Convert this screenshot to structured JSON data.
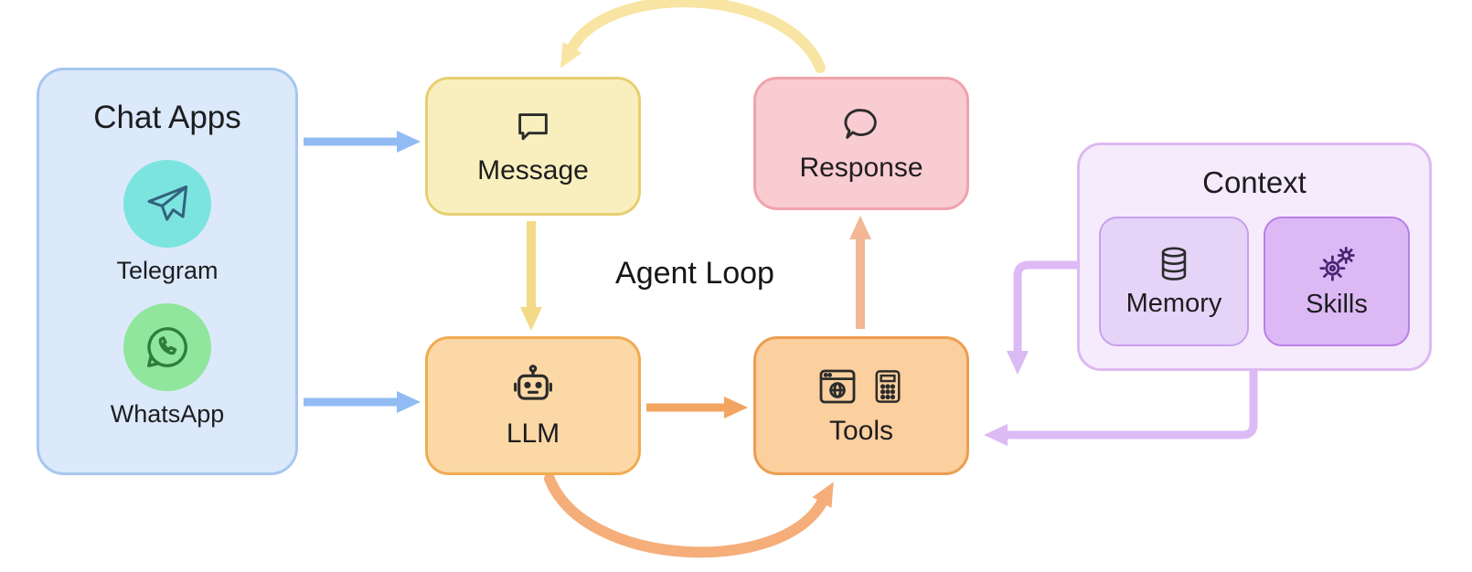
{
  "diagram": {
    "title": "Agent Loop",
    "nodes": {
      "chat_apps": {
        "label": "Chat Apps",
        "items": [
          {
            "label": "Telegram",
            "icon": "telegram-icon",
            "circle_color": "#7ce4de"
          },
          {
            "label": "WhatsApp",
            "icon": "whatsapp-icon",
            "circle_color": "#90e69c"
          }
        ]
      },
      "message": {
        "label": "Message",
        "icon": "speech-bubble-square-icon",
        "bg": "#f9efbe",
        "border": "#e6cf72"
      },
      "response": {
        "label": "Response",
        "icon": "speech-bubble-round-icon",
        "bg": "#f9ccd2",
        "border": "#f0a3ad"
      },
      "llm": {
        "label": "LLM",
        "icon": "robot-icon",
        "bg": "#fbd8a6",
        "border": "#f0ab52"
      },
      "tools": {
        "label": "Tools",
        "icons": [
          "browser-globe-icon",
          "calculator-icon"
        ],
        "bg": "#fbcf9e",
        "border": "#ed9d50"
      },
      "context": {
        "label": "Context",
        "bg": "#f6ebfc",
        "border": "#ddb9f1",
        "children": [
          {
            "label": "Memory",
            "icon": "database-icon",
            "bg": "#e6d4f8"
          },
          {
            "label": "Skills",
            "icon": "gears-icon",
            "bg": "#dcb9f5"
          }
        ]
      }
    },
    "edges": [
      {
        "from": "chat_apps",
        "to": "message",
        "color": "#92bbf3",
        "style": "straight"
      },
      {
        "from": "chat_apps",
        "to": "llm",
        "color": "#92bbf3",
        "style": "straight"
      },
      {
        "from": "message",
        "to": "llm",
        "color": "#f3da88",
        "style": "straight"
      },
      {
        "from": "llm",
        "to": "tools",
        "color": "#f1a560",
        "style": "straight"
      },
      {
        "from": "tools",
        "to": "response",
        "color": "#f3b796",
        "style": "straight"
      },
      {
        "from": "response",
        "to": "message",
        "color": "#f8e5a3",
        "style": "arc-top"
      },
      {
        "from": "llm",
        "to": "tools",
        "color": "#f5ae7a",
        "style": "arc-bottom"
      },
      {
        "from": "context",
        "to": "tools",
        "color": "#dcbaf4",
        "style": "elbow-down"
      },
      {
        "from": "context",
        "to": "tools",
        "color": "#dcbaf4",
        "style": "elbow-left"
      }
    ]
  }
}
